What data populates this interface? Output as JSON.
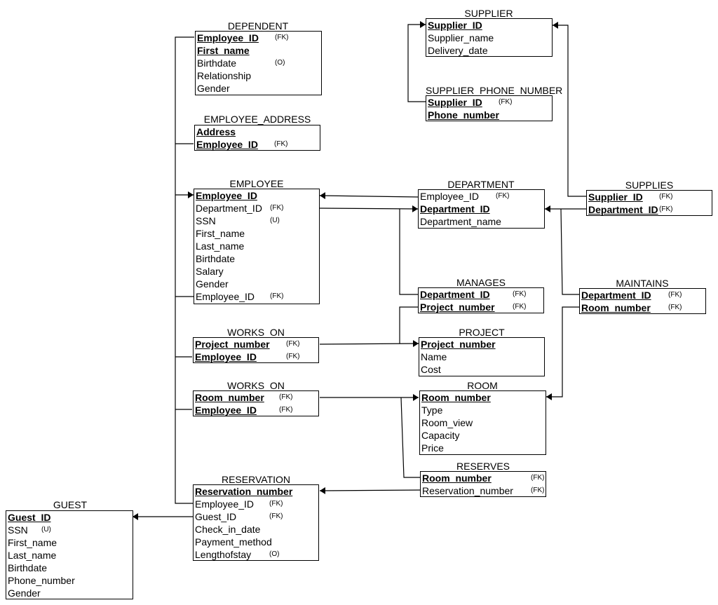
{
  "entities": {
    "dependent": {
      "title": "DEPENDENT",
      "attrs": [
        {
          "name": "Employee_ID",
          "pk": true,
          "tag": "(FK)"
        },
        {
          "name": "First_name",
          "pk": true,
          "tag": ""
        },
        {
          "name": "Birthdate",
          "pk": false,
          "tag": "(O)"
        },
        {
          "name": "Relationship",
          "pk": false,
          "tag": ""
        },
        {
          "name": "Gender",
          "pk": false,
          "tag": ""
        }
      ]
    },
    "employee_address": {
      "title": "EMPLOYEE_ADDRESS",
      "attrs": [
        {
          "name": "Address",
          "pk": true,
          "tag": ""
        },
        {
          "name": "Employee_ID",
          "pk": true,
          "tag": "(FK)"
        }
      ]
    },
    "employee": {
      "title": "EMPLOYEE",
      "attrs": [
        {
          "name": "Employee_ID",
          "pk": true,
          "tag": ""
        },
        {
          "name": "Department_ID",
          "pk": false,
          "tag": "(FK)"
        },
        {
          "name": "SSN",
          "pk": false,
          "tag": "(U)"
        },
        {
          "name": "First_name",
          "pk": false,
          "tag": ""
        },
        {
          "name": "Last_name",
          "pk": false,
          "tag": ""
        },
        {
          "name": "Birthdate",
          "pk": false,
          "tag": ""
        },
        {
          "name": "Salary",
          "pk": false,
          "tag": ""
        },
        {
          "name": "Gender",
          "pk": false,
          "tag": ""
        },
        {
          "name": "Employee_ID",
          "pk": false,
          "tag": "(FK)"
        }
      ]
    },
    "works_on_project": {
      "title": "WORKS_ON",
      "attrs": [
        {
          "name": "Project_number",
          "pk": true,
          "tag": "(FK)"
        },
        {
          "name": "Employee_ID",
          "pk": true,
          "tag": "(FK)"
        }
      ]
    },
    "works_on_room": {
      "title": "WORKS_ON",
      "attrs": [
        {
          "name": "Room_number",
          "pk": true,
          "tag": "(FK)"
        },
        {
          "name": "Employee_ID",
          "pk": true,
          "tag": "(FK)"
        }
      ]
    },
    "reservation": {
      "title": "RESERVATION",
      "attrs": [
        {
          "name": "Reservation_number",
          "pk": true,
          "tag": ""
        },
        {
          "name": "Employee_ID",
          "pk": false,
          "tag": "(FK)"
        },
        {
          "name": "Guest_ID",
          "pk": false,
          "tag": "(FK)"
        },
        {
          "name": "Check_in_date",
          "pk": false,
          "tag": ""
        },
        {
          "name": "Payment_method",
          "pk": false,
          "tag": ""
        },
        {
          "name": "Lengthofstay",
          "pk": false,
          "tag": "(O)"
        }
      ]
    },
    "guest": {
      "title": "GUEST",
      "attrs": [
        {
          "name": "Guest_ID",
          "pk": true,
          "tag": ""
        },
        {
          "name": "SSN",
          "pk": false,
          "tag": "(U)"
        },
        {
          "name": "First_name",
          "pk": false,
          "tag": ""
        },
        {
          "name": "Last_name",
          "pk": false,
          "tag": ""
        },
        {
          "name": "Birthdate",
          "pk": false,
          "tag": ""
        },
        {
          "name": "Phone_number",
          "pk": false,
          "tag": ""
        },
        {
          "name": "Gender",
          "pk": false,
          "tag": ""
        }
      ]
    },
    "supplier": {
      "title": "SUPPLIER",
      "attrs": [
        {
          "name": "Supplier_ID",
          "pk": true,
          "tag": ""
        },
        {
          "name": "Supplier_name",
          "pk": false,
          "tag": ""
        },
        {
          "name": "Delivery_date",
          "pk": false,
          "tag": ""
        }
      ]
    },
    "supplier_phone_number": {
      "title": "SUPPLIER_PHONE_NUMBER",
      "attrs": [
        {
          "name": "Supplier_ID",
          "pk": true,
          "tag": "(FK)"
        },
        {
          "name": "Phone_number",
          "pk": true,
          "tag": ""
        }
      ]
    },
    "department": {
      "title": "DEPARTMENT",
      "attrs": [
        {
          "name": "Employee_ID",
          "pk": false,
          "tag": "(FK)"
        },
        {
          "name": "Department_ID",
          "pk": true,
          "tag": ""
        },
        {
          "name": "Department_name",
          "pk": false,
          "tag": ""
        }
      ]
    },
    "supplies": {
      "title": "SUPPLIES",
      "attrs": [
        {
          "name": "Supplier_ID",
          "pk": true,
          "tag": "(FK)"
        },
        {
          "name": "Department_ID",
          "pk": true,
          "tag": "(FK)"
        }
      ]
    },
    "manages": {
      "title": "MANAGES",
      "attrs": [
        {
          "name": "Department_ID",
          "pk": true,
          "tag": "(FK)"
        },
        {
          "name": "Project_number",
          "pk": true,
          "tag": "(FK)"
        }
      ]
    },
    "maintains": {
      "title": "MAINTAINS",
      "attrs": [
        {
          "name": "Department_ID",
          "pk": true,
          "tag": "(FK)"
        },
        {
          "name": "Room_number",
          "pk": true,
          "tag": "(FK)"
        }
      ]
    },
    "project": {
      "title": "PROJECT",
      "attrs": [
        {
          "name": "Project_number",
          "pk": true,
          "tag": ""
        },
        {
          "name": "Name",
          "pk": false,
          "tag": ""
        },
        {
          "name": "Cost",
          "pk": false,
          "tag": ""
        }
      ]
    },
    "room": {
      "title": "ROOM",
      "attrs": [
        {
          "name": "Room_number",
          "pk": true,
          "tag": ""
        },
        {
          "name": "Type",
          "pk": false,
          "tag": ""
        },
        {
          "name": "Room_view",
          "pk": false,
          "tag": ""
        },
        {
          "name": "Capacity",
          "pk": false,
          "tag": ""
        },
        {
          "name": "Price",
          "pk": false,
          "tag": ""
        }
      ]
    },
    "reserves": {
      "title": "RESERVES",
      "attrs": [
        {
          "name": "Room_number",
          "pk": true,
          "tag": "(FK)"
        },
        {
          "name": "Reservation_number",
          "pk": false,
          "tag": "(FK)"
        }
      ]
    }
  }
}
